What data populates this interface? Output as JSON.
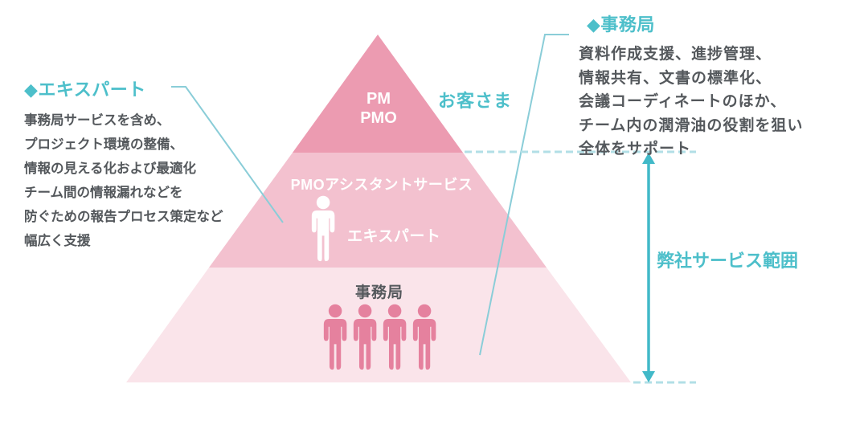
{
  "notes": {
    "expert": {
      "title": "◆エキスパート",
      "lines": [
        "事務局サービスを含め、",
        "プロジェクト環境の整備、",
        "情報の見える化および最適化",
        "チーム間の情報漏れなどを",
        "防ぐための報告プロセス策定など",
        "幅広く支援"
      ]
    },
    "office": {
      "title": "◆事務局",
      "lines": [
        "資料作成支援、進捗管理、",
        "情報共有、文書の標準化、",
        "会議コーディネートのほか、",
        "チーム内の潤滑油の役割を狙い",
        "全体をサポート"
      ]
    }
  },
  "pyramid": {
    "tier1": {
      "line1": "PM",
      "line2": "PMO"
    },
    "tier2": {
      "label": "PMOアシスタントサービス",
      "sublabel": "エキスパート"
    },
    "tier3": {
      "label": "事務局"
    }
  },
  "labels": {
    "customer": "お客さま",
    "service_range": "弊社サービス範囲"
  },
  "icons": {
    "tier2": "person-icon",
    "tier3": "person-icon",
    "tier3_person_count": 4
  },
  "colors": {
    "accent_teal": "#4dbfca",
    "leader_line": "#8acdd8",
    "dashed_line": "#b2dfe6",
    "arrow": "#41b9c8",
    "tier1_pink": "#ec9bb1",
    "tier2_pink": "#f3c1cf",
    "tier3_pink": "#fae4ea",
    "person_rose": "#e5819e",
    "text_dark": "#54585c",
    "white": "#ffffff"
  }
}
